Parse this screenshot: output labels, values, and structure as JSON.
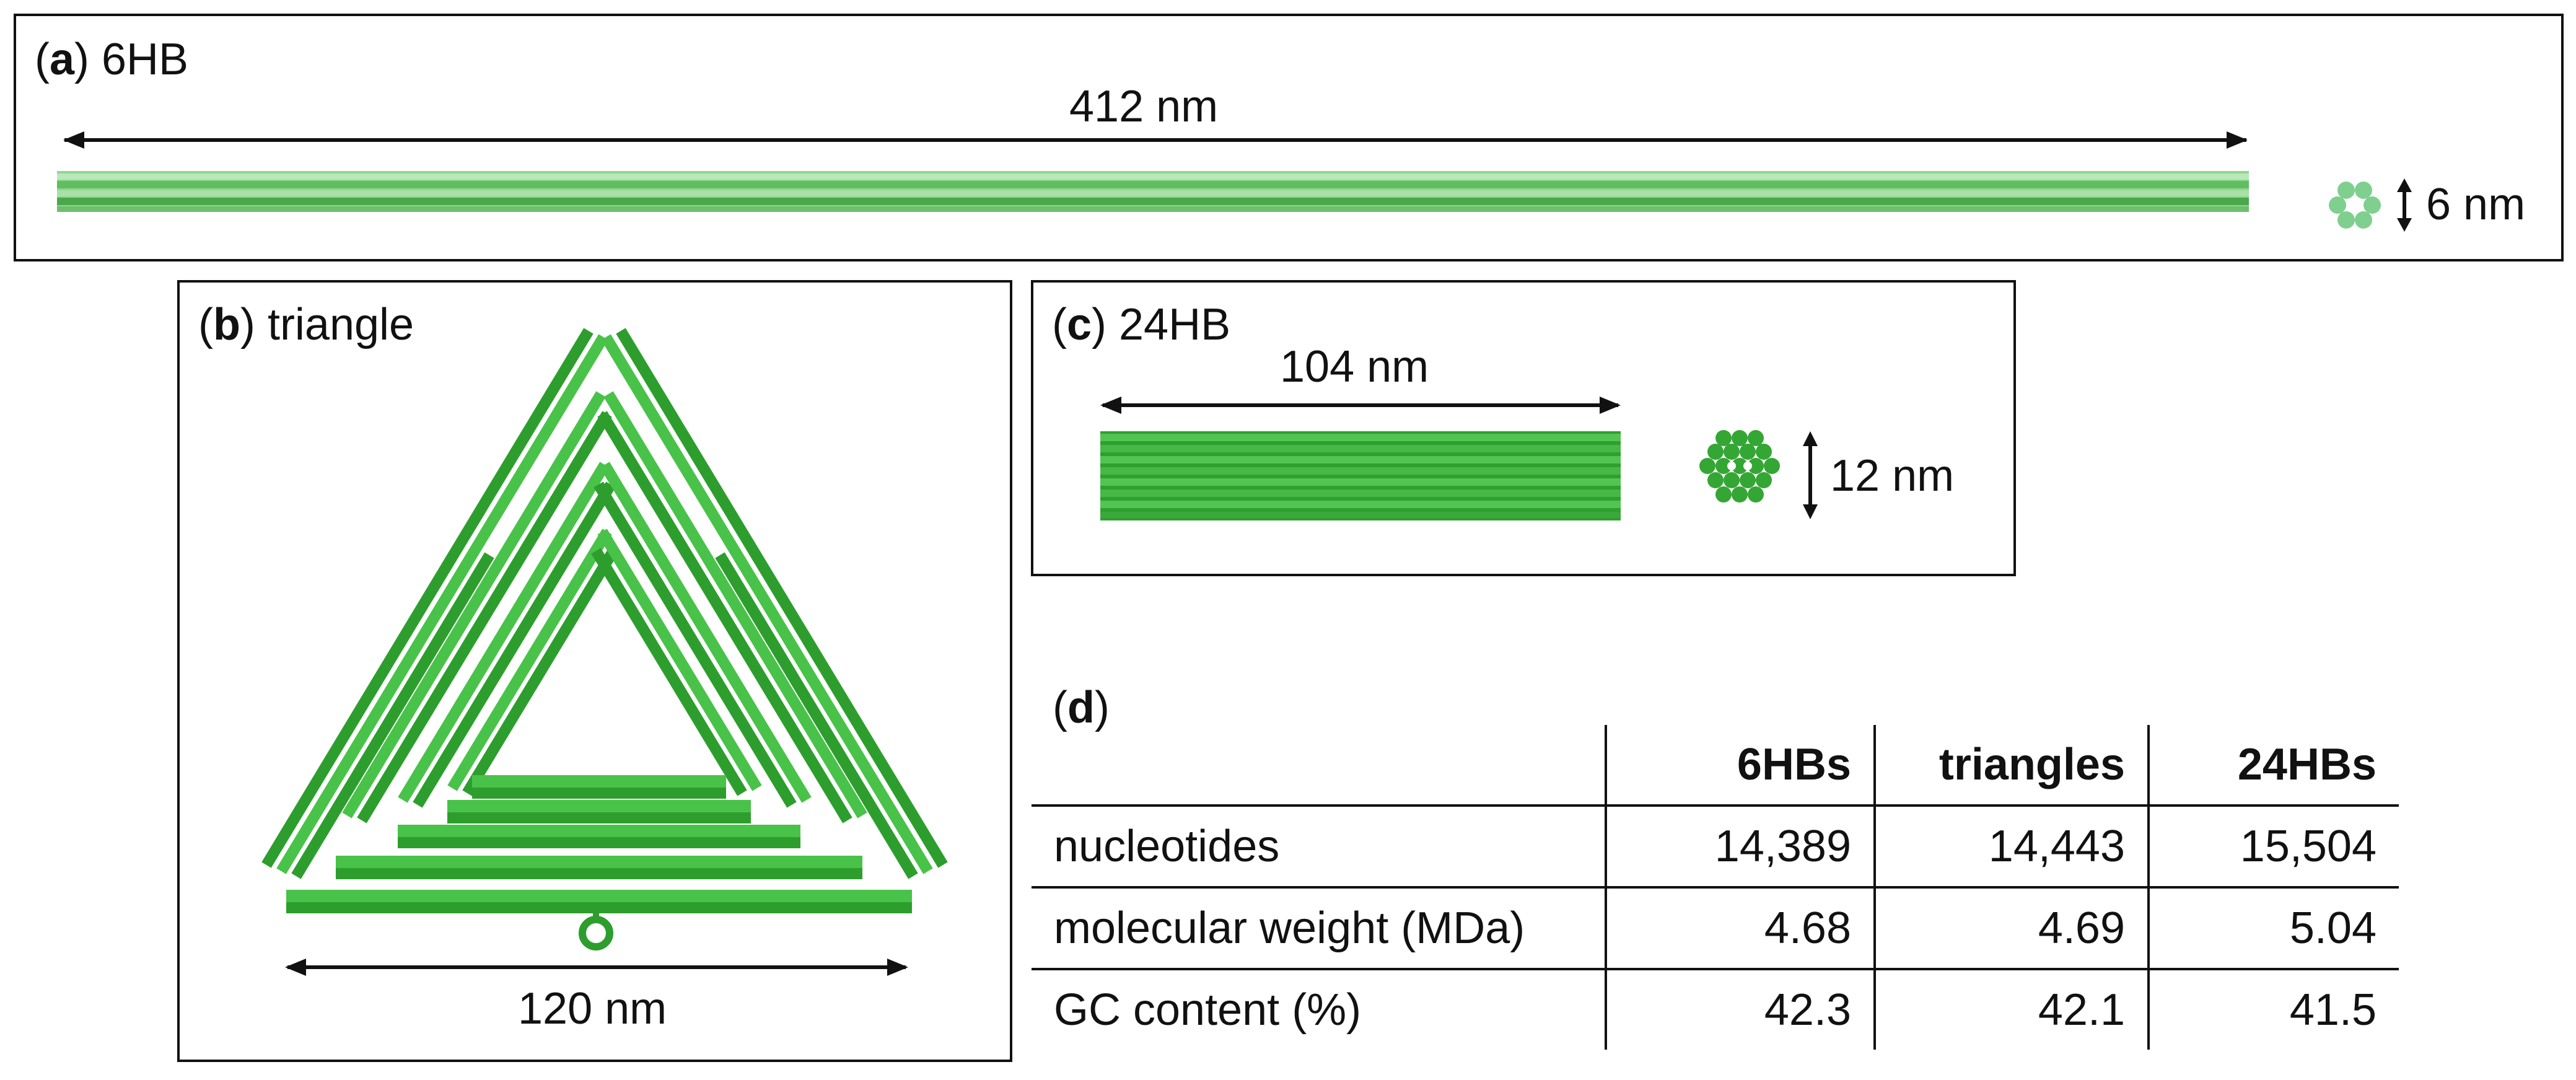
{
  "colors": {
    "helix": "#3fbf3f",
    "helix_dark": "#2a9b2a",
    "helix_light": "#7fd87f",
    "ink": "#111111"
  },
  "panel_a": {
    "letter": "a",
    "title": "6HB",
    "length": "412 nm",
    "diameter": "6 nm"
  },
  "panel_b": {
    "letter": "b",
    "title": "triangle",
    "base": "120 nm"
  },
  "panel_c": {
    "letter": "c",
    "title": "24HB",
    "length": "104 nm",
    "diameter": "12 nm"
  },
  "panel_d": {
    "letter": "d",
    "table": {
      "columns": [
        "",
        "6HBs",
        "triangles",
        "24HBs"
      ],
      "rows": [
        {
          "label": "nucleotides",
          "values": [
            "14,389",
            "14,443",
            "15,504"
          ]
        },
        {
          "label": "molecular weight (MDa)",
          "values": [
            "4.68",
            "4.69",
            "5.04"
          ]
        },
        {
          "label": "GC content (%)",
          "values": [
            "42.3",
            "42.1",
            "41.5"
          ]
        }
      ]
    }
  }
}
